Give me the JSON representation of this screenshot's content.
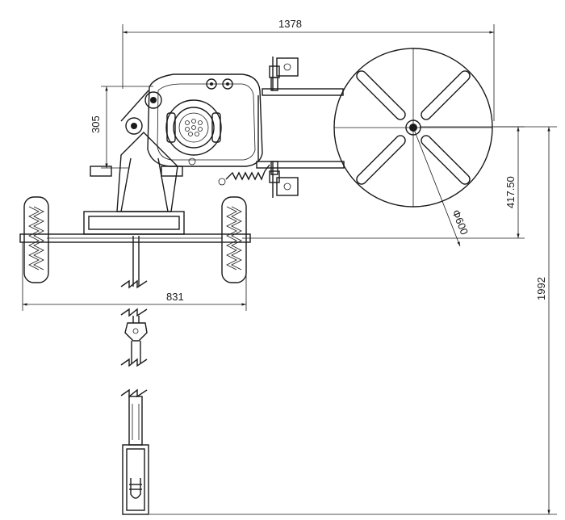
{
  "dimensions": {
    "overall_width": "1378",
    "wheel_track": "831",
    "engine_height": "305",
    "reel_offset": "417.50",
    "overall_length": "1992",
    "reel_diameter": "Φ600"
  },
  "colors": {
    "line": "#1a1a1a",
    "background": "#ffffff"
  }
}
